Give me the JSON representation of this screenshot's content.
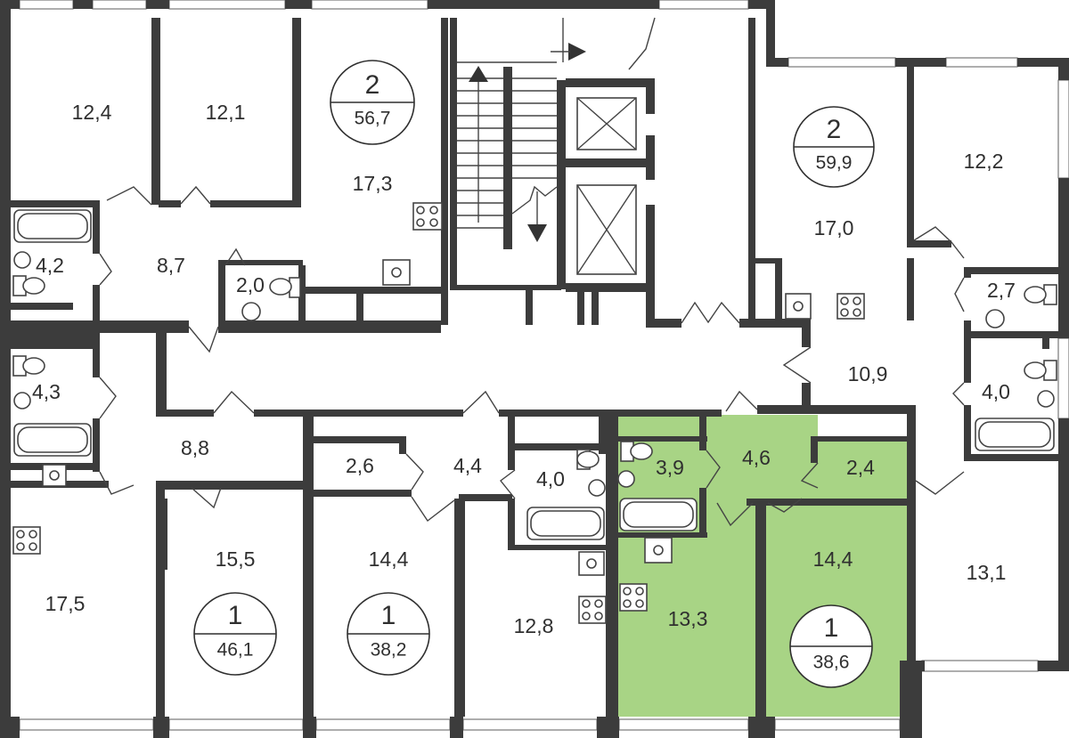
{
  "rooms": [
    {
      "id": "r1",
      "label": "12,4"
    },
    {
      "id": "r2",
      "label": "12,1"
    },
    {
      "id": "r3",
      "label": "17,3"
    },
    {
      "id": "r4",
      "label": "4,2"
    },
    {
      "id": "r5",
      "label": "8,7"
    },
    {
      "id": "r6",
      "label": "2,0"
    },
    {
      "id": "r7",
      "label": "17,0"
    },
    {
      "id": "r8",
      "label": "12,2"
    },
    {
      "id": "r9",
      "label": "2,7"
    },
    {
      "id": "r10",
      "label": "10,9"
    },
    {
      "id": "r11",
      "label": "4,0"
    },
    {
      "id": "r12",
      "label": "4,3"
    },
    {
      "id": "r13",
      "label": "8,8"
    },
    {
      "id": "r14",
      "label": "2,6"
    },
    {
      "id": "r15",
      "label": "4,4"
    },
    {
      "id": "r16",
      "label": "4,0"
    },
    {
      "id": "r17",
      "label": "3,9"
    },
    {
      "id": "r18",
      "label": "4,6"
    },
    {
      "id": "r19",
      "label": "2,4"
    },
    {
      "id": "r20",
      "label": "17,5"
    },
    {
      "id": "r21",
      "label": "15,5"
    },
    {
      "id": "r22",
      "label": "14,4"
    },
    {
      "id": "r23",
      "label": "12,8"
    },
    {
      "id": "r24",
      "label": "13,3"
    },
    {
      "id": "r25",
      "label": "14,4"
    },
    {
      "id": "r26",
      "label": "13,1"
    }
  ],
  "apartments": [
    {
      "id": "a1",
      "rooms": "2",
      "area": "56,7"
    },
    {
      "id": "a2",
      "rooms": "2",
      "area": "59,9"
    },
    {
      "id": "a3",
      "rooms": "1",
      "area": "46,1"
    },
    {
      "id": "a4",
      "rooms": "1",
      "area": "38,2"
    },
    {
      "id": "a5",
      "rooms": "1",
      "area": "38,6"
    }
  ],
  "colors": {
    "highlight": "#a8d485",
    "wall": "#3c3c3c"
  },
  "highlighted_apartment": "a5"
}
